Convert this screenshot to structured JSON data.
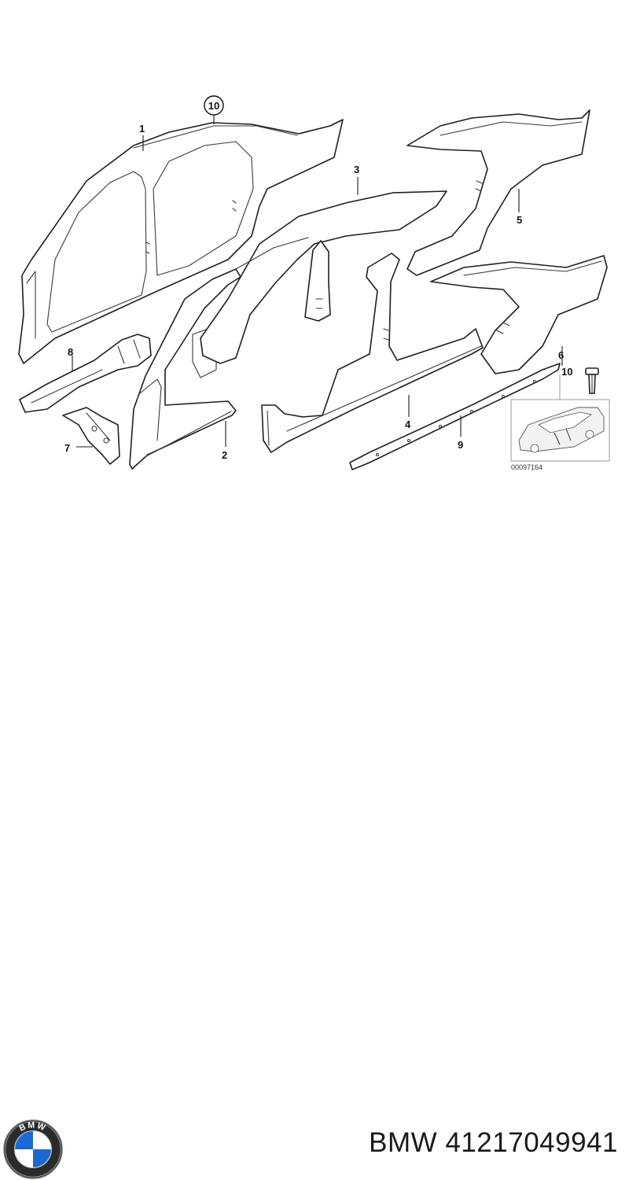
{
  "diagram": {
    "callouts": [
      {
        "id": "c1",
        "label": "1"
      },
      {
        "id": "c2",
        "label": "2"
      },
      {
        "id": "c3",
        "label": "3"
      },
      {
        "id": "c4",
        "label": "4"
      },
      {
        "id": "c5",
        "label": "5"
      },
      {
        "id": "c6",
        "label": "6"
      },
      {
        "id": "c7",
        "label": "7"
      },
      {
        "id": "c8",
        "label": "8"
      },
      {
        "id": "c9",
        "label": "9"
      },
      {
        "id": "c10",
        "label": "10"
      },
      {
        "id": "c10b",
        "label": "10"
      }
    ],
    "reference_number": "00097164"
  },
  "brand": {
    "logo_icon": "bmw-roundel-icon",
    "logo_letters": "BMW",
    "product_text": "BMW 41217049941"
  }
}
